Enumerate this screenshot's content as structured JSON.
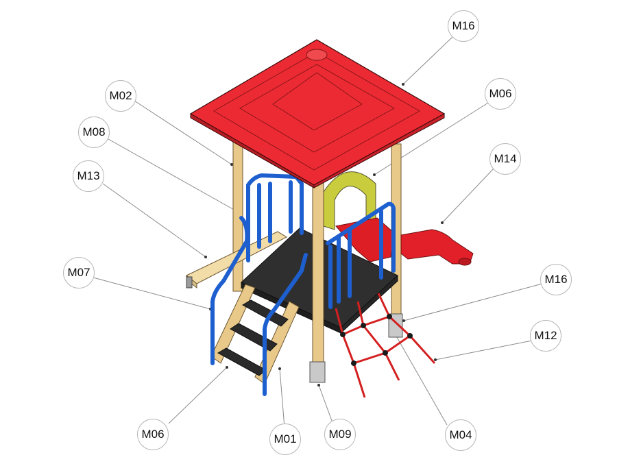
{
  "diagram": {
    "labels": {
      "m02": "M02",
      "m08": "M08",
      "m13": "M13",
      "m07": "M07",
      "m06_left": "M06",
      "m01": "M01",
      "m09": "M09",
      "m04": "M04",
      "m12": "M12",
      "m16_right": "M16",
      "m14": "M14",
      "m06_top": "M06",
      "m16_top": "M16"
    }
  }
}
